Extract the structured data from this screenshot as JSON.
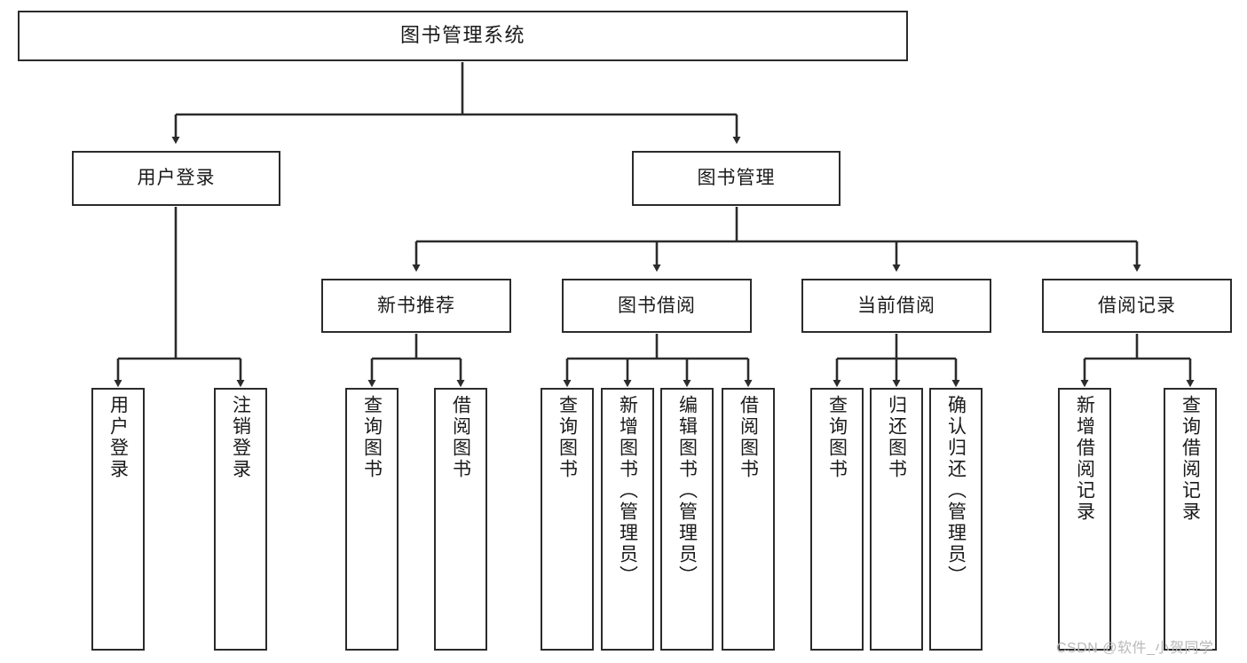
{
  "diagram": {
    "title": "图书管理系统",
    "type": "tree-structure-chart",
    "stroke_color": "#2b2b2b",
    "background_color": "#ffffff",
    "text_color": "#1a1a1a"
  },
  "watermark": {
    "text": "CSDN @软件_小贺同学",
    "color": "#b9b9b9"
  },
  "nodes": {
    "root": {
      "label": "图书管理系统"
    },
    "level2": [
      {
        "id": "user-login",
        "label": "用户登录"
      },
      {
        "id": "book-manage",
        "label": "图书管理"
      }
    ],
    "level3": [
      {
        "id": "new-book-recommend",
        "label": "新书推荐"
      },
      {
        "id": "book-borrow",
        "label": "图书借阅"
      },
      {
        "id": "current-borrow",
        "label": "当前借阅"
      },
      {
        "id": "borrow-record",
        "label": "借阅记录"
      }
    ],
    "leaves": {
      "user_login": [
        {
          "id": "leaf-user-login",
          "label": "用户登录"
        },
        {
          "id": "leaf-logout-login",
          "label": "注销登录"
        }
      ],
      "new_book_recommend": [
        {
          "id": "leaf-query-book-1",
          "label": "查询图书"
        },
        {
          "id": "leaf-borrow-book-1",
          "label": "借阅图书"
        }
      ],
      "book_borrow": [
        {
          "id": "leaf-query-book-2",
          "label": "查询图书"
        },
        {
          "id": "leaf-add-book",
          "label": "新增图书（管理员）"
        },
        {
          "id": "leaf-edit-book",
          "label": "编辑图书（管理员）"
        },
        {
          "id": "leaf-borrow-book-2",
          "label": "借阅图书"
        }
      ],
      "current_borrow": [
        {
          "id": "leaf-query-book-3",
          "label": "查询图书"
        },
        {
          "id": "leaf-return-book",
          "label": "归还图书"
        },
        {
          "id": "leaf-confirm-return",
          "label": "确认归还（管理员）"
        }
      ],
      "borrow_record": [
        {
          "id": "leaf-add-record",
          "label": "新增借阅记录"
        },
        {
          "id": "leaf-query-record",
          "label": "查询借阅记录"
        }
      ]
    }
  }
}
